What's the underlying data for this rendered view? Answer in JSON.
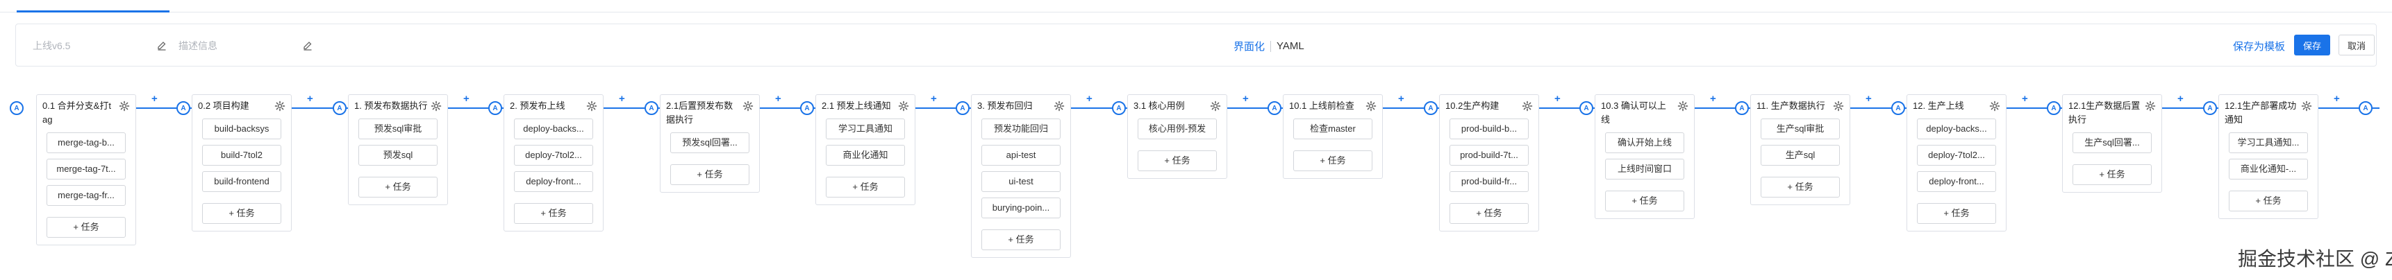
{
  "header": {
    "name_placeholder": "上线v6.5",
    "desc_placeholder": "描述信息",
    "mode_gui": "界面化",
    "mode_yaml": "YAML",
    "save_template": "保存为模板",
    "save": "保存",
    "cancel": "取消"
  },
  "canvas": {
    "node_label": "A",
    "plus_label": "+",
    "add_job_label": "+ 任务"
  },
  "stages": [
    {
      "name": "0.1 合并分支&打tag",
      "jobs": [
        "merge-tag-b...",
        "merge-tag-7t...",
        "merge-tag-fr..."
      ]
    },
    {
      "name": "0.2 项目构建",
      "jobs": [
        "build-backsys",
        "build-7tol2",
        "build-frontend"
      ]
    },
    {
      "name": "1. 预发布数据执行",
      "jobs": [
        "预发sql审批",
        "预发sql"
      ]
    },
    {
      "name": "2. 预发布上线",
      "jobs": [
        "deploy-backs...",
        "deploy-7tol2...",
        "deploy-front..."
      ]
    },
    {
      "name": "2.1后置预发布数据执行",
      "jobs": [
        "预发sql回署..."
      ]
    },
    {
      "name": "2.1 预发上线通知",
      "jobs": [
        "学习工具通知",
        "商业化通知"
      ]
    },
    {
      "name": "3. 预发布回归",
      "jobs": [
        "预发功能回归",
        "api-test",
        "ui-test",
        "burying-poin..."
      ]
    },
    {
      "name": "3.1 核心用例",
      "jobs": [
        "核心用例-预发"
      ]
    },
    {
      "name": "10.1 上线前检查",
      "jobs": [
        "检查master"
      ]
    },
    {
      "name": "10.2生产构建",
      "jobs": [
        "prod-build-b...",
        "prod-build-7t...",
        "prod-build-fr..."
      ]
    },
    {
      "name": "10.3 确认可以上线",
      "jobs": [
        "确认开始上线",
        "上线时间窗口"
      ]
    },
    {
      "name": "11. 生产数据执行",
      "jobs": [
        "生产sql审批",
        "生产sql"
      ]
    },
    {
      "name": "12. 生产上线",
      "jobs": [
        "deploy-backs...",
        "deploy-7tol2...",
        "deploy-front..."
      ]
    },
    {
      "name": "12.1生产数据后置执行",
      "jobs": [
        "生产sql回署..."
      ]
    },
    {
      "name": "12.1生产部署成功通知",
      "jobs": [
        "学习工具通知...",
        "商业化通知-..."
      ]
    }
  ],
  "watermark": "掘金技术社区 @ Zadig"
}
